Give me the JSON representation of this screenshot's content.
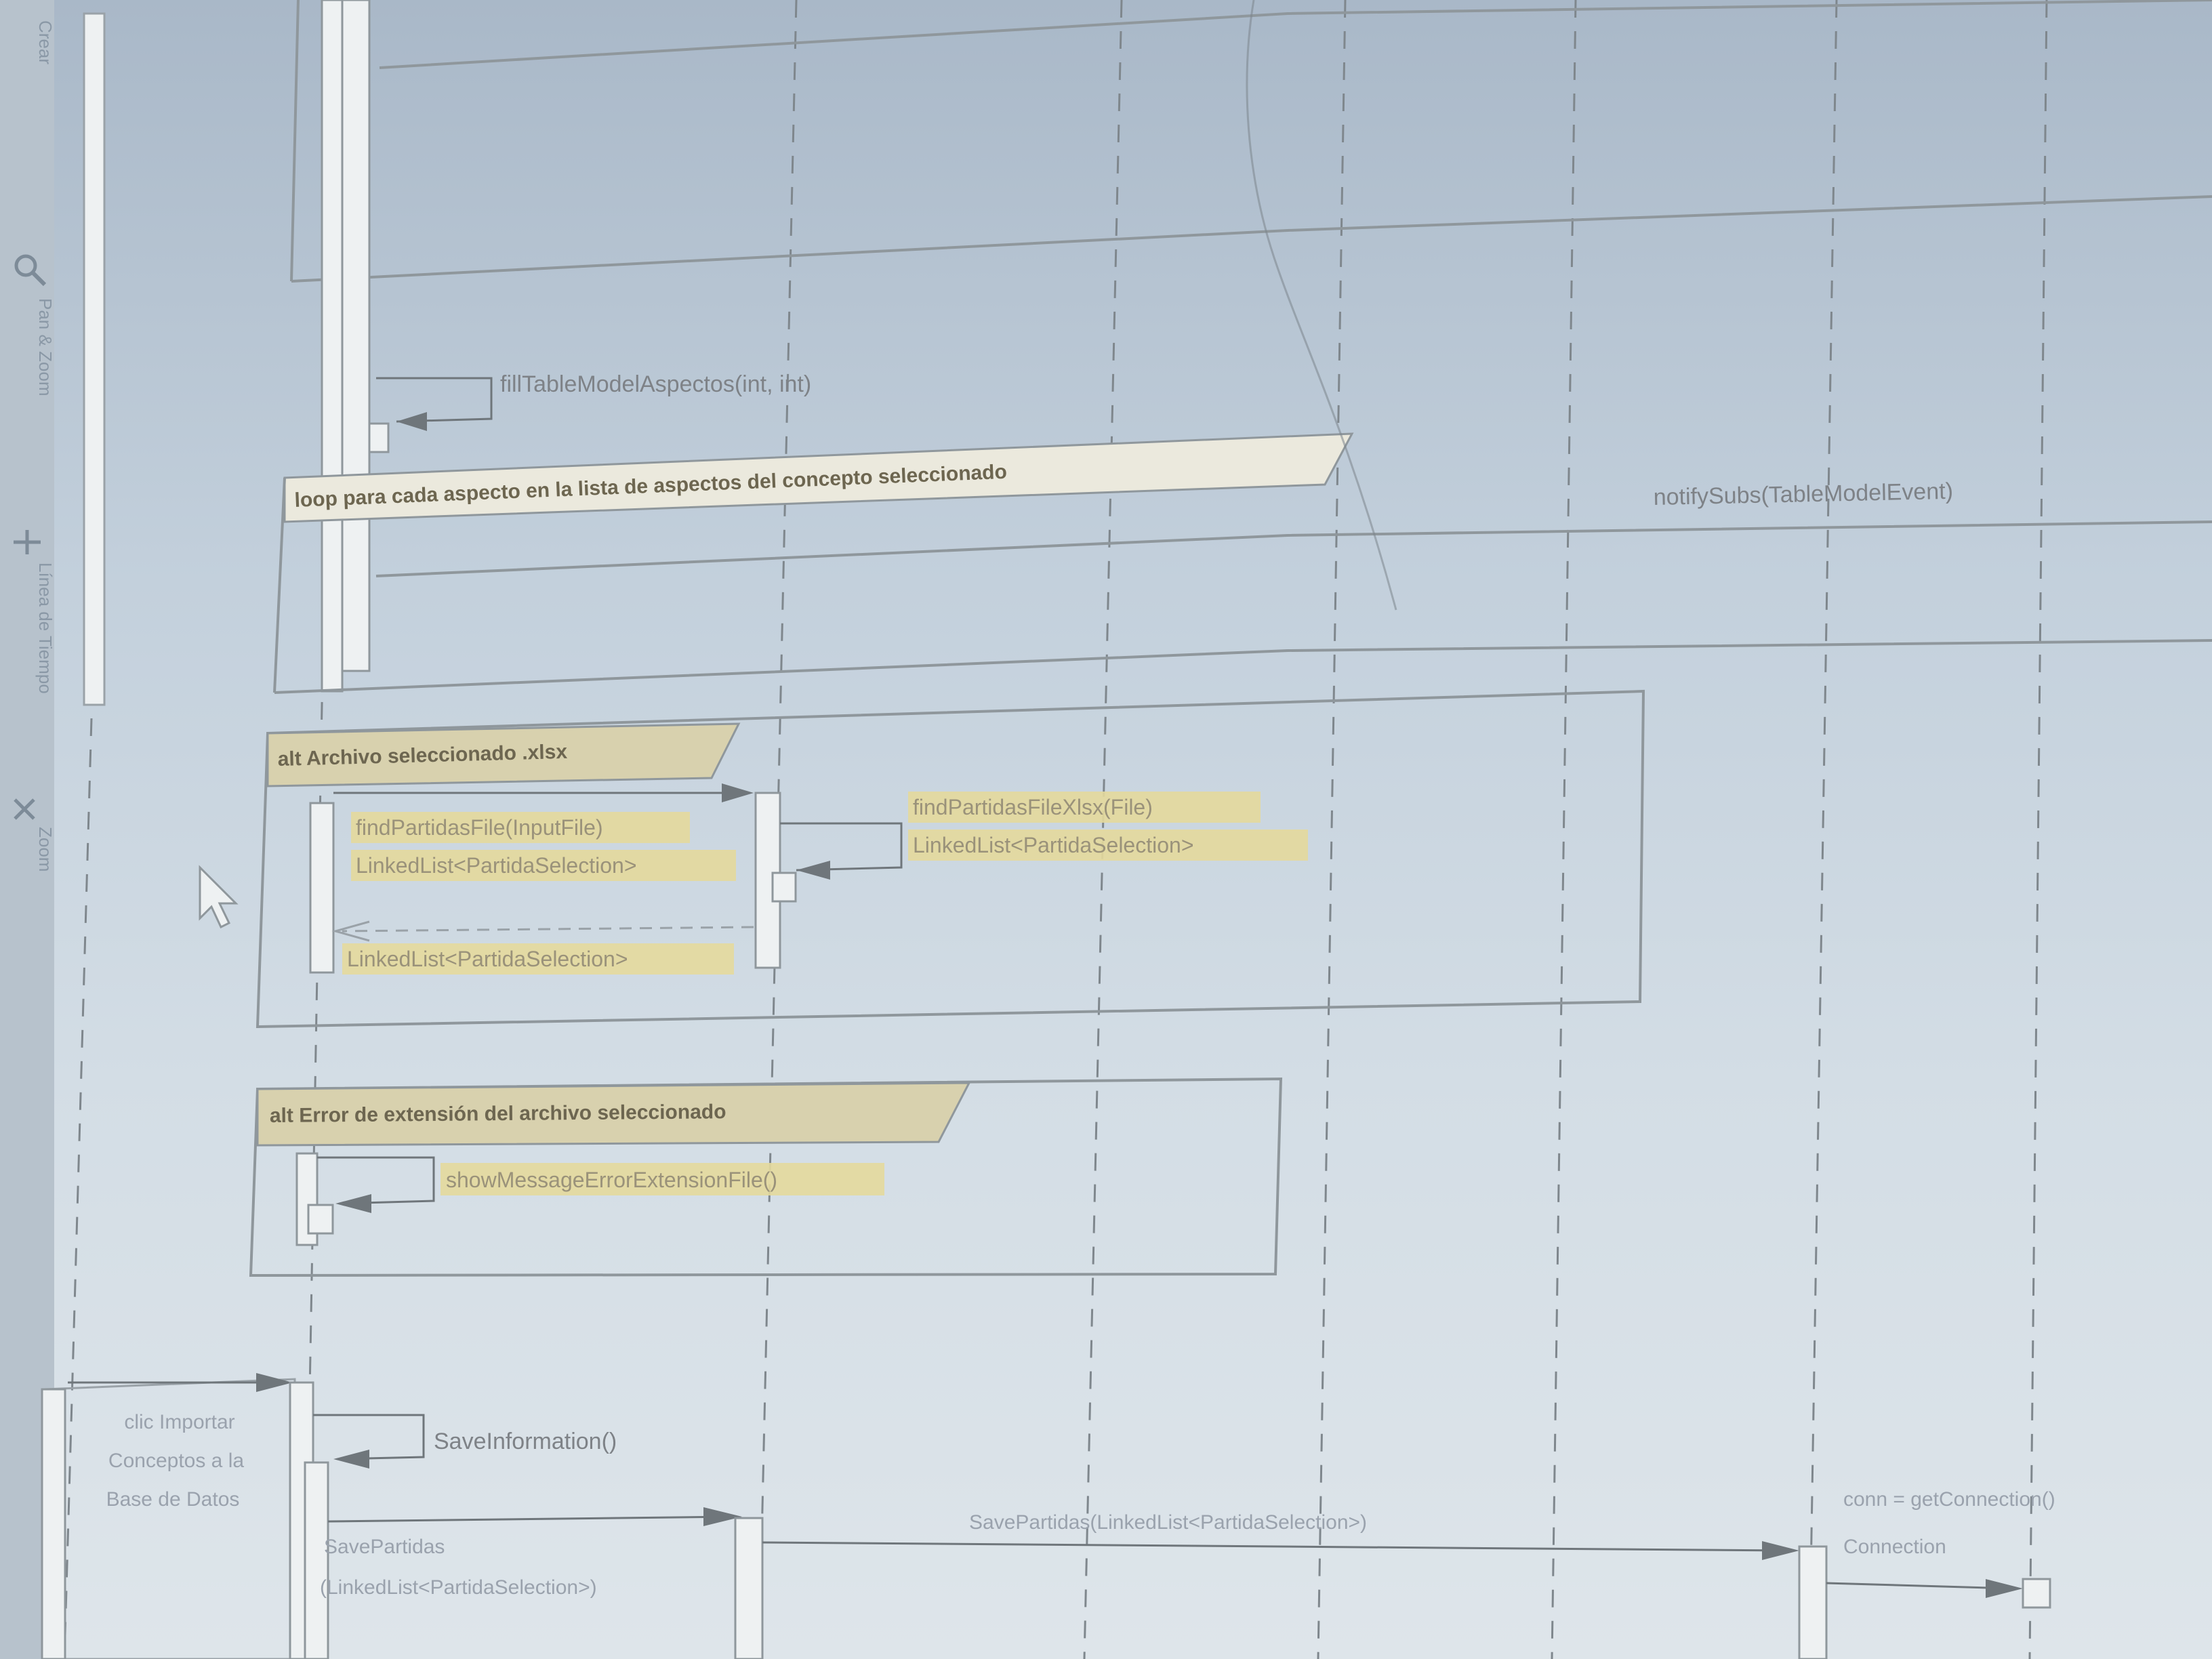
{
  "toolbar": {
    "items": [
      "Crear",
      "Pan & Zoom",
      "Línea de Tiempo",
      "Zoom"
    ]
  },
  "diagram": {
    "frames": [
      {
        "operator": "loop",
        "guard": "loop para cada aspecto en la lista de aspectos del concepto seleccionado"
      },
      {
        "operator": "alt",
        "guard": "alt Archivo seleccionado .xlsx"
      },
      {
        "operator": "alt",
        "guard": "alt Error de extensión del archivo seleccionado"
      }
    ],
    "messages": {
      "fill_table": "fillTableModelAspectos(int, int)",
      "notify": "notifySubs(TableModelEvent)",
      "find_input_1": "findPartidasFile(InputFile)",
      "find_input_2": "LinkedList<PartidaSelection>",
      "find_xlsx_1": "findPartidasFileXlsx(File)",
      "find_xlsx_2": "LinkedList<PartidaSelection>",
      "return_list": "LinkedList<PartidaSelection>",
      "show_error": "showMessageErrorExtensionFile()",
      "save_info": "SaveInformation()",
      "save_partidas_1": "SavePartidas",
      "save_partidas_2": "(LinkedList<PartidaSelection>)",
      "save_partidas_long": "SavePartidas(LinkedList<PartidaSelection>)",
      "get_connection": "conn = getConnection()",
      "connection": "Connection"
    },
    "note": {
      "line1": "clic Importar",
      "line2": "Conceptos a la",
      "line3": "Base de Datos"
    }
  },
  "colors": {
    "frame_tab": "#d8d1ae",
    "label_highlight": "#e4d99c",
    "background": "#c3d0dc"
  }
}
